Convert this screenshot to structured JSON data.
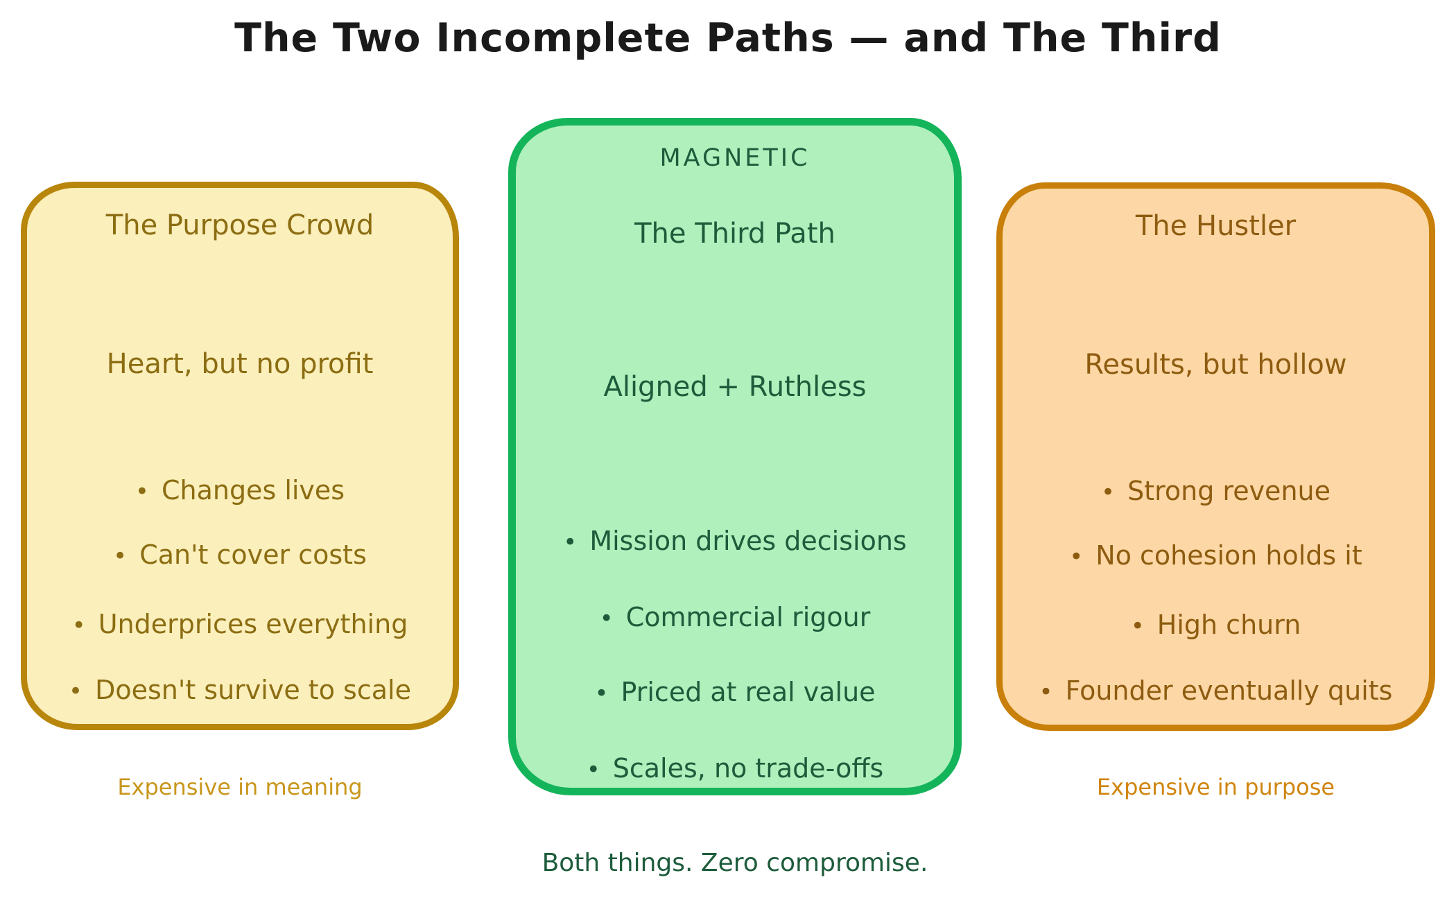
{
  "title": "The Two Incomplete Paths — and The Third",
  "bullet_glyph": "•",
  "cards": {
    "purpose": {
      "title": "The Purpose Crowd",
      "subtitle": "Heart, but no profit",
      "bullets": [
        "Changes lives",
        "Can't cover costs",
        "Underprices everything",
        "Doesn't survive to scale"
      ],
      "caption": "Expensive in meaning"
    },
    "third_path": {
      "label": "MAGNETIC",
      "title": "The Third Path",
      "subtitle": "Aligned + Ruthless",
      "bullets": [
        "Mission drives decisions",
        "Commercial rigour",
        "Priced at real value",
        "Scales, no trade-offs"
      ],
      "caption": "Both things. Zero compromise."
    },
    "hustler": {
      "title": "The Hustler",
      "subtitle": "Results, but hollow",
      "bullets": [
        "Strong revenue",
        "No cohesion holds it",
        "High churn",
        "Founder eventually quits"
      ],
      "caption": "Expensive in purpose"
    }
  },
  "colors": {
    "title_text": "#1A1A1A",
    "purpose_fill": "#FBEFBC",
    "purpose_border": "#B8860B",
    "purpose_text": "#8C6D12",
    "purpose_caption": "#C9961C",
    "third_fill": "#B0F0BC",
    "third_border": "#14B45A",
    "third_text": "#1D5C3B",
    "hustler_fill": "#FDD8A6",
    "hustler_border": "#C8800A",
    "hustler_text": "#8E5C10",
    "hustler_caption": "#D0850E"
  }
}
